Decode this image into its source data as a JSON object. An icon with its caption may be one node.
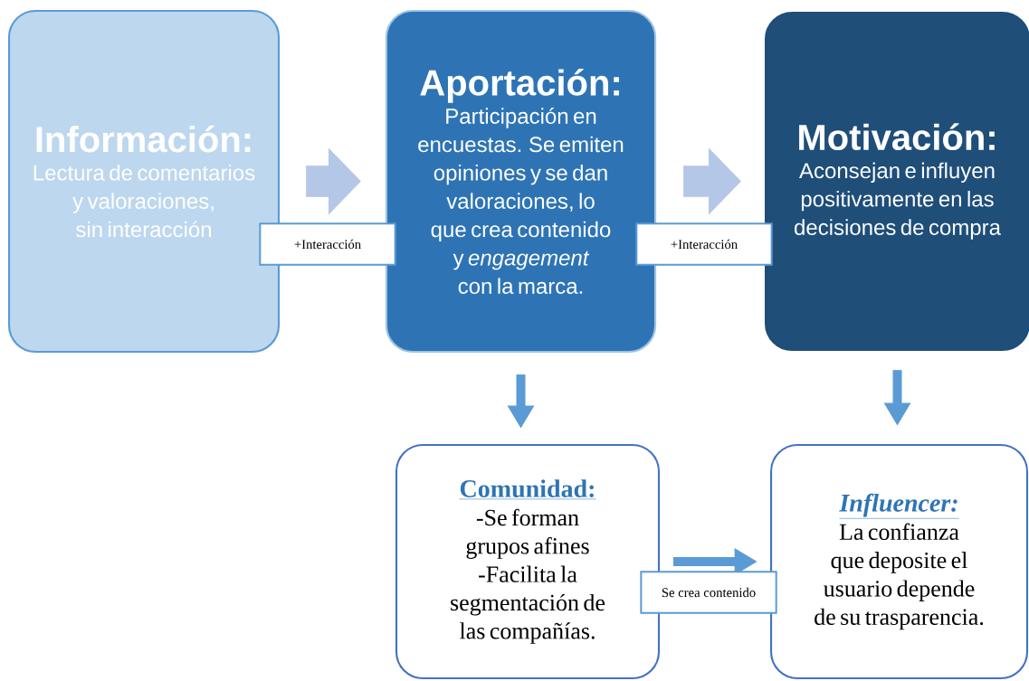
{
  "diagram": {
    "nodes": [
      {
        "text": [
          "Información:",
          "Lectura de comentarios y valoraciones, sin interacción"
        ]
      },
      {
        "text": [
          "Aportación:",
          "Participación en encuestas. Se emiten opiniones y se dan valoraciones, lo que crea contenido y *engagement* con la marca."
        ]
      },
      {
        "text": [
          "Motivación:",
          "Aconsejan e influyen positivamente en las decisiones de compra"
        ]
      },
      {
        "text": [
          "Comunidad:",
          "-Se forman grupos afines",
          "-Facilita la segmentación de las compañías."
        ]
      },
      {
        "text": [
          "Influencer:",
          "La confianza que deposite el usuario depende de su trasparencia."
        ]
      }
    ],
    "edges": [
      {
        "from": 0,
        "to": 1,
        "arrow": "to",
        "label": "+Interacción",
        "style": "thick",
        "color": "#b4c7e7"
      },
      {
        "from": 1,
        "to": 2,
        "arrow": "to",
        "label": "+Interacción",
        "style": "thick",
        "color": "#b4c7e7"
      },
      {
        "from": 1,
        "to": 3,
        "arrow": "to"
      },
      {
        "from": 2,
        "to": 4,
        "arrow": "to"
      },
      {
        "from": 3,
        "to": 4,
        "arrow": "to",
        "label": "Se crea contenido"
      }
    ]
  }
}
